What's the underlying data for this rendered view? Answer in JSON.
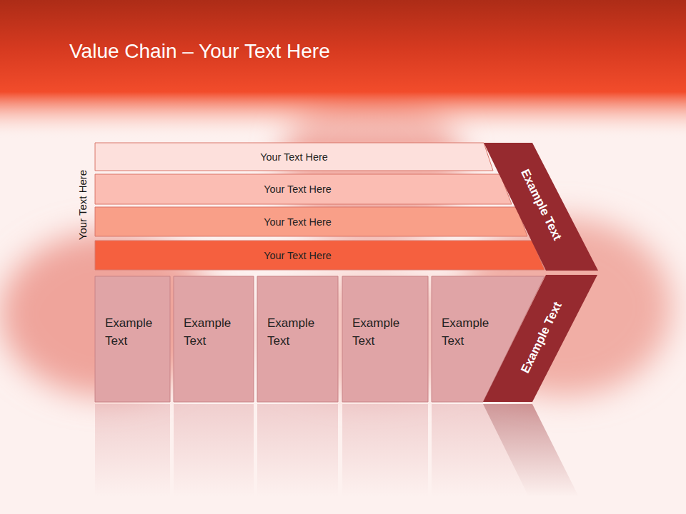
{
  "diagram": {
    "title": "Value Chain – Your Text Here",
    "nodes": [
      {
        "text": [
          "Your Text Here"
        ]
      },
      {
        "text": [
          "Your Text Here"
        ]
      },
      {
        "text": [
          "Your Text Here"
        ]
      },
      {
        "text": [
          "Your Text Here"
        ]
      },
      {
        "text": [
          "Example Text"
        ]
      },
      {
        "text": [
          "Example Text"
        ]
      },
      {
        "text": [
          "Example Text"
        ]
      },
      {
        "text": [
          "Example Text"
        ]
      },
      {
        "text": [
          "Example Text"
        ]
      },
      {
        "text": [
          "Example Text"
        ]
      },
      {
        "text": [
          "Example Text"
        ]
      }
    ],
    "labels": [
      "Your Text Here"
    ]
  }
}
